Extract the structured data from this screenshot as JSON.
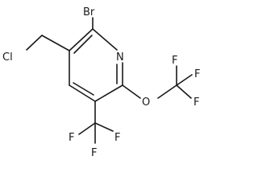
{
  "molecule": {
    "atoms": {
      "br": "Br",
      "n": "N",
      "cl": "Cl",
      "o": "O",
      "f_ocf3_top": "F",
      "f_ocf3_right": "F",
      "f_ocf3_bottom": "F",
      "f_cf3_left": "F",
      "f_cf3_right": "F",
      "f_cf3_bottom": "F"
    }
  }
}
